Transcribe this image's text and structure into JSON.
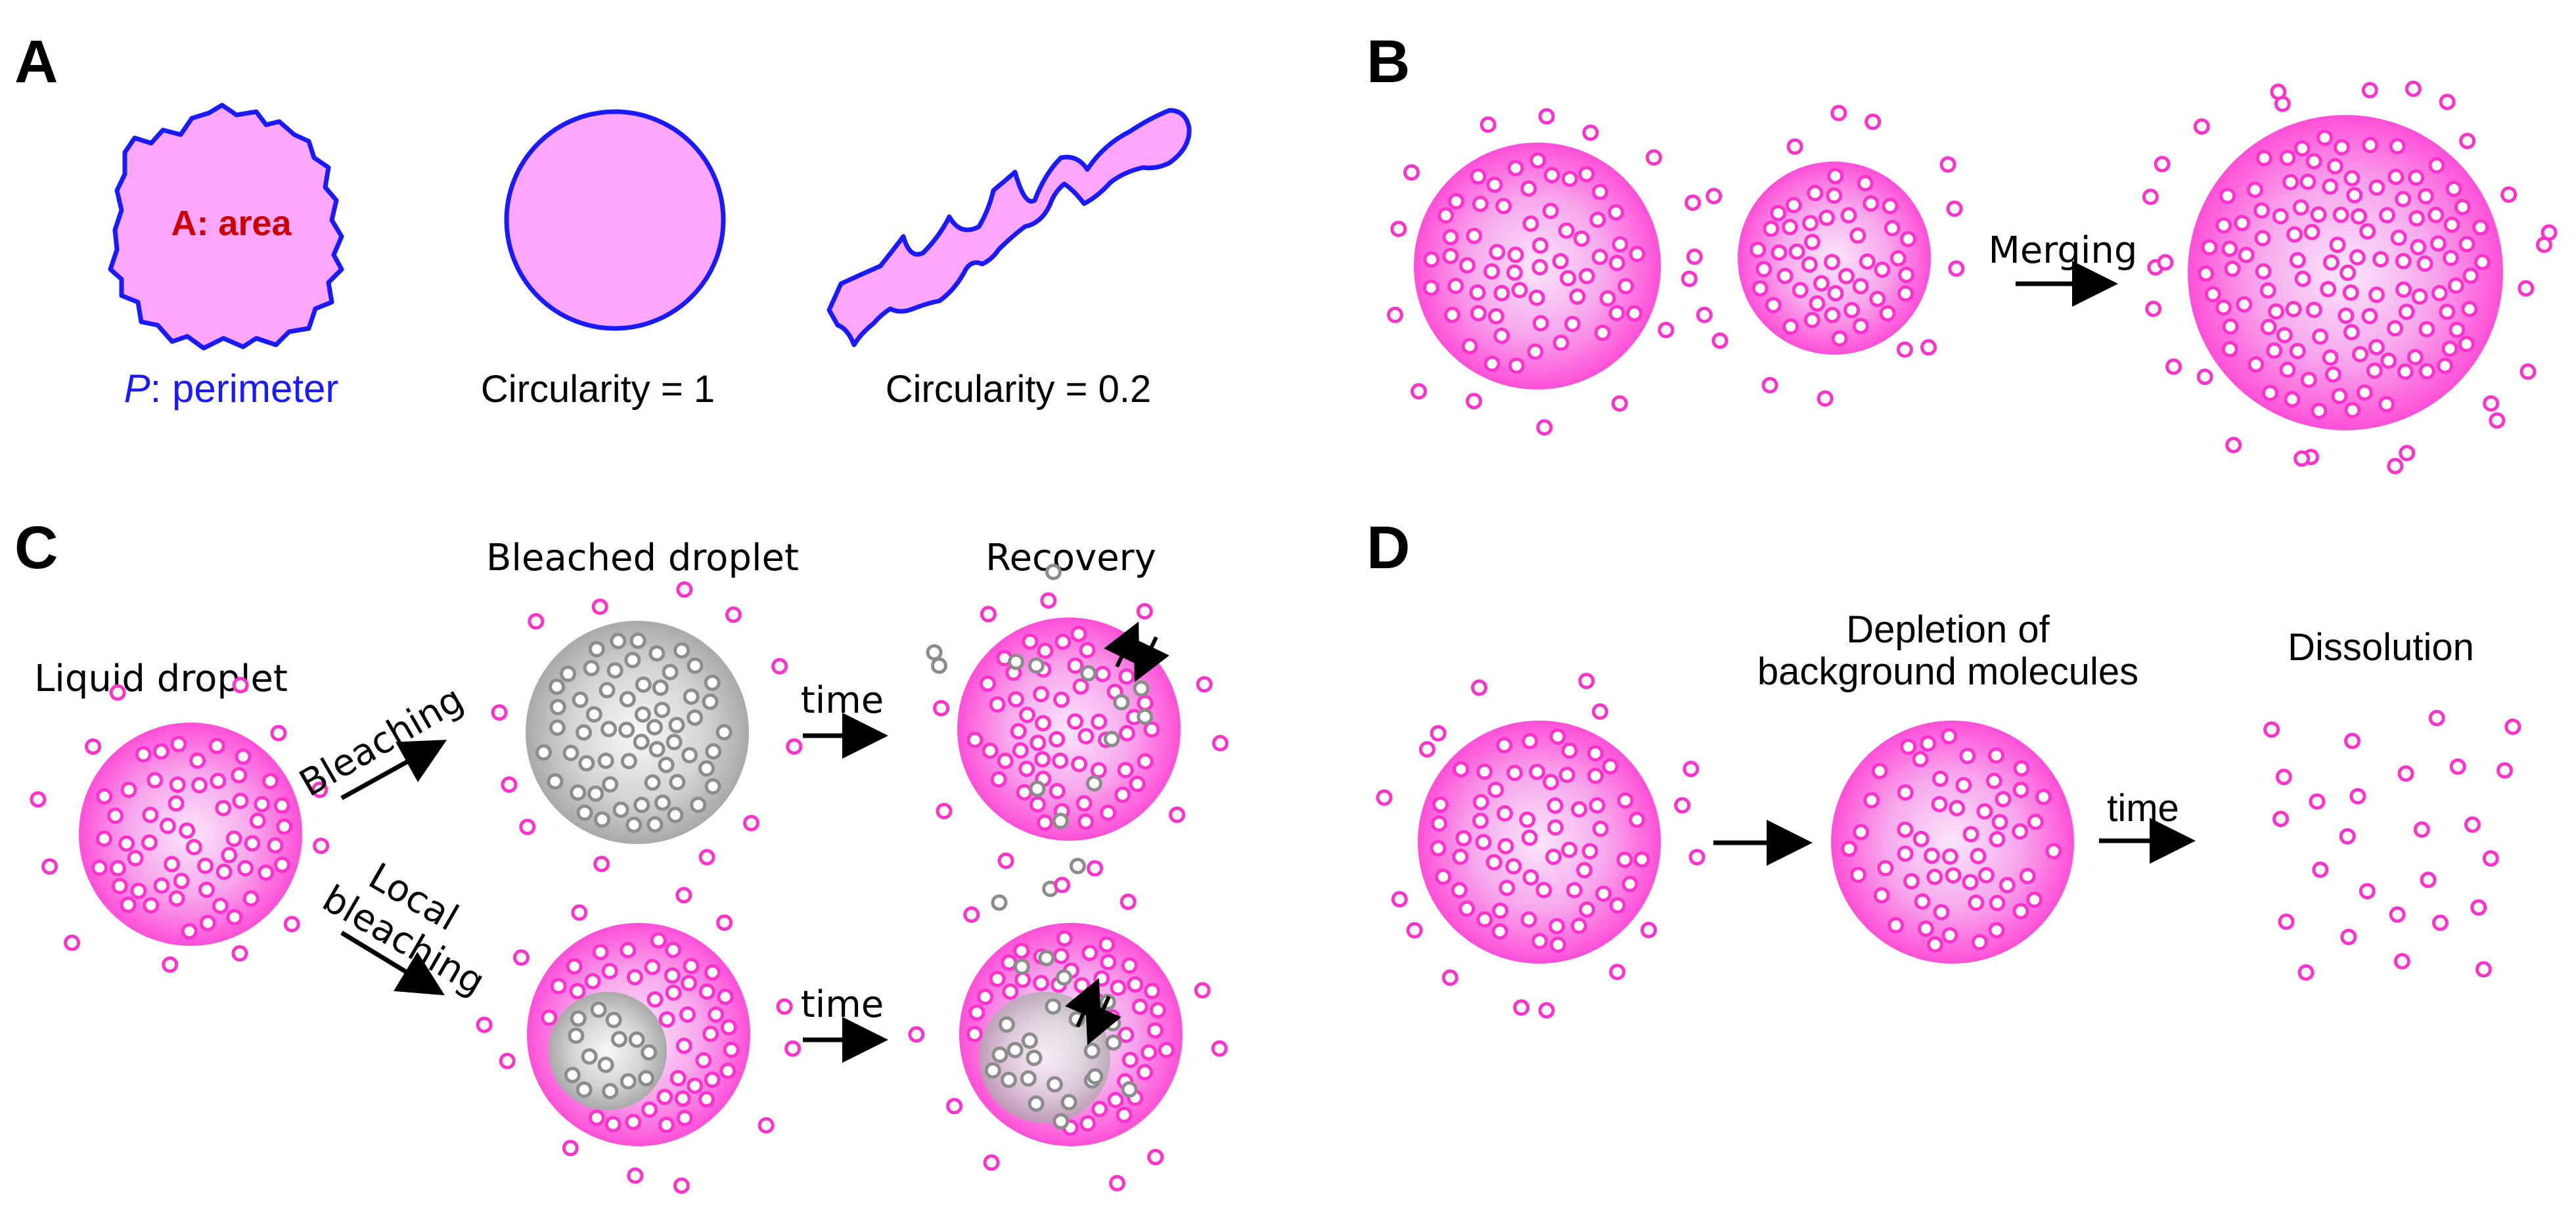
{
  "panels": {
    "A": {
      "letter": "A",
      "area_label": "A: area",
      "perimeter_symbol": "P",
      "perimeter_text": ": perimeter",
      "circle_caption": "Circularity = 1",
      "elongated_caption": "Circularity = 0.2"
    },
    "B": {
      "letter": "B",
      "arrow_label": "Merging"
    },
    "C": {
      "letter": "C",
      "liquid_label": "Liquid droplet",
      "bleaching_label": "Bleaching",
      "local_label_1": "Local",
      "local_label_2": "bleaching",
      "bleached_title": "Bleached droplet",
      "recovery_title": "Recovery",
      "time_label_top": "time",
      "time_label_bottom": "time"
    },
    "D": {
      "letter": "D",
      "depletion_line1": "Depletion of",
      "depletion_line2": "background molecules",
      "dissolution_title": "Dissolution",
      "time_label": "time"
    }
  },
  "colors": {
    "droplet_edge": "#ff4fd8",
    "droplet_center": "#fbe6fb",
    "molecule": "#ff33cc",
    "bleached_molecule": "#8c8c8c",
    "outline": "#1a1aff",
    "shape_fill": "#ffa6ff",
    "area_text": "#cc0000"
  }
}
